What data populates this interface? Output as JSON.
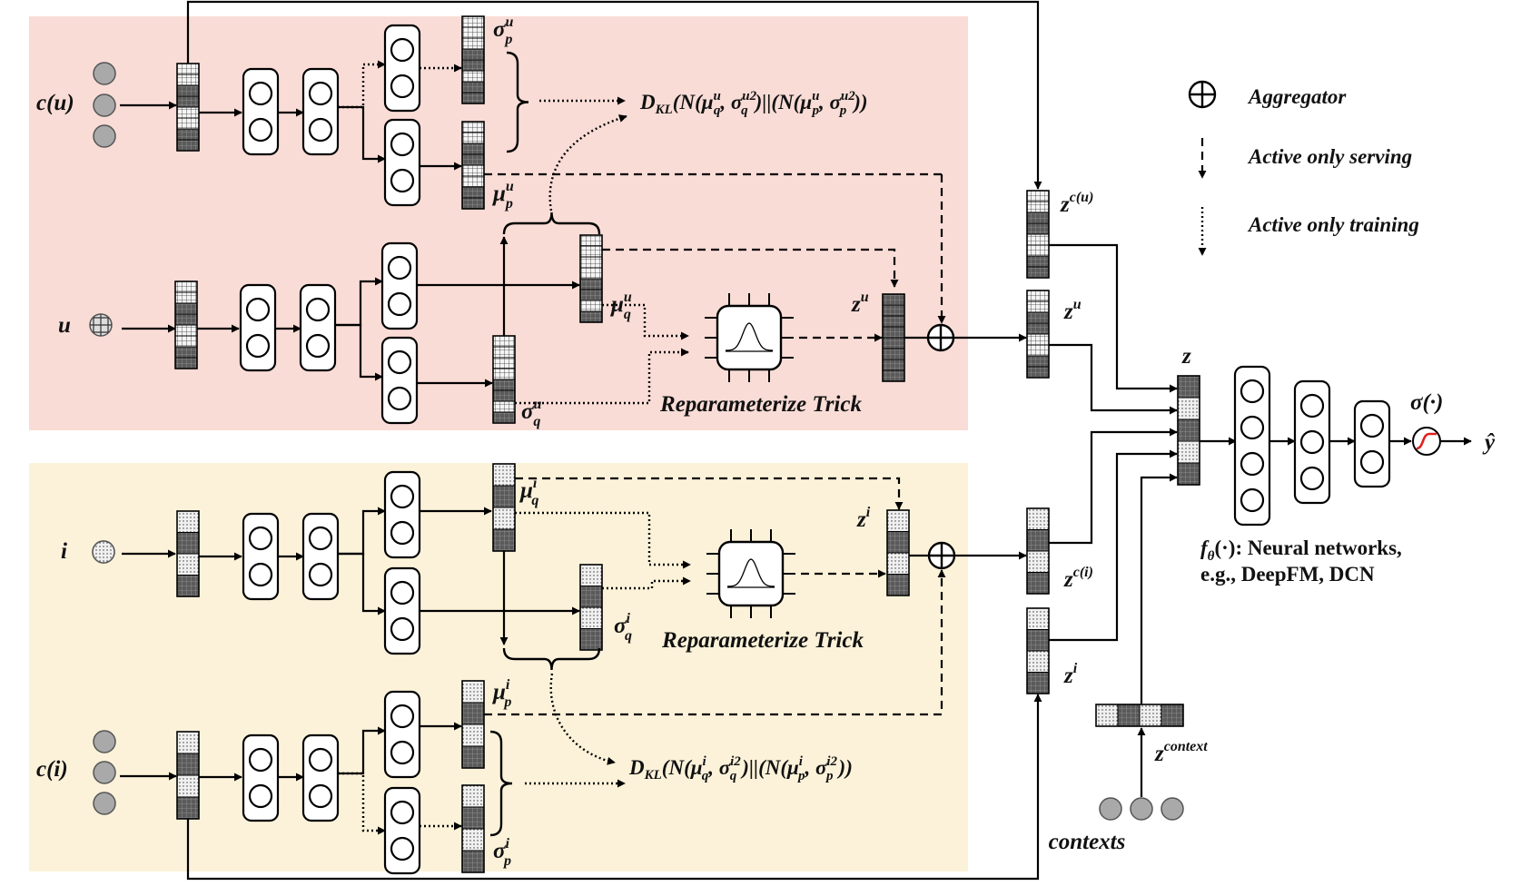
{
  "colors": {
    "user_panel": "#f9dcd6",
    "item_panel": "#fbf2d9",
    "dark_cell": "#6a6a6a",
    "light_cell": "#f2f2f2",
    "dot_cell": "#eeeeee",
    "gray_node": "#a9a9a9",
    "sigmoid_red": "#e02020"
  },
  "icons": {
    "aggregator": "circle-plus-icon",
    "reparam": "chip-gaussian-icon",
    "sigmoid": "sigmoid-icon"
  },
  "legend": {
    "aggregator": "Aggregator",
    "serving": "Active only serving",
    "training": "Active only training"
  },
  "inputs": {
    "cu": "c(u)",
    "u": "u",
    "i": "i",
    "ci": "c(i)",
    "contexts": "contexts"
  },
  "labels": {
    "sigma_p_u": "σ",
    "sigma_p_u_sup": "u",
    "sigma_p_u_sub": "p",
    "mu_p_u": "μ",
    "mu_p_u_sup": "u",
    "mu_p_u_sub": "p",
    "mu_q_u": "μ",
    "mu_q_u_sup": "u",
    "mu_q_u_sub": "q",
    "sigma_q_u": "σ",
    "sigma_q_u_sup": "u",
    "sigma_q_u_sub": "q",
    "z_u": "z",
    "z_u_sup": "u",
    "mu_q_i": "μ",
    "mu_q_i_sup": "i",
    "mu_q_i_sub": "q",
    "sigma_q_i": "σ",
    "sigma_q_i_sup": "i",
    "sigma_q_i_sub": "q",
    "mu_p_i": "μ",
    "mu_p_i_sup": "i",
    "mu_p_i_sub": "p",
    "sigma_p_i": "σ",
    "sigma_p_i_sup": "i",
    "sigma_p_i_sub": "p",
    "z_i": "z",
    "z_i_sup": "i",
    "zcu": "z",
    "zcu_sup": "c(u)",
    "zu2": "z",
    "zu2_sup": "u",
    "zci": "z",
    "zci_sup": "c(i)",
    "zi2": "z",
    "zi2_sup": "i",
    "zctx": "z",
    "zctx_sup": "context",
    "z": "z",
    "sigma_fn": "σ(·)",
    "yhat": "ŷ",
    "reparam_top": "Reparameterize Trick",
    "reparam_bottom": "Reparameterize Trick"
  },
  "kl": {
    "user": {
      "d": "D",
      "d_sub": "KL",
      "n1": "(N(μ",
      "n1_sup": "u",
      "n1_sub": "q",
      "c1": ", σ",
      "c1_sup": "u2",
      "c1_sub": "q",
      "mid": ")||(N(μ",
      "n2_sup": "u",
      "n2_sub": "p",
      "c2": ", σ",
      "c2_sup": "u2",
      "c2_sub": "p",
      "end": "))"
    },
    "item": {
      "d": "D",
      "d_sub": "KL",
      "n1": "(N(μ",
      "n1_sup": "i",
      "n1_sub": "q",
      "c1": ", σ",
      "c1_sup": "i2",
      "c1_sub": "q",
      "mid": ")||(N(μ",
      "n2_sup": "i",
      "n2_sub": "p",
      "c2": ", σ",
      "c2_sup": "i2",
      "c2_sub": "p",
      "end": "))"
    }
  },
  "network": {
    "line1": "f",
    "line1_sub": "θ",
    "line1_rest": "(·): Neural networks,",
    "line2": "e.g., DeepFM, DCN"
  }
}
